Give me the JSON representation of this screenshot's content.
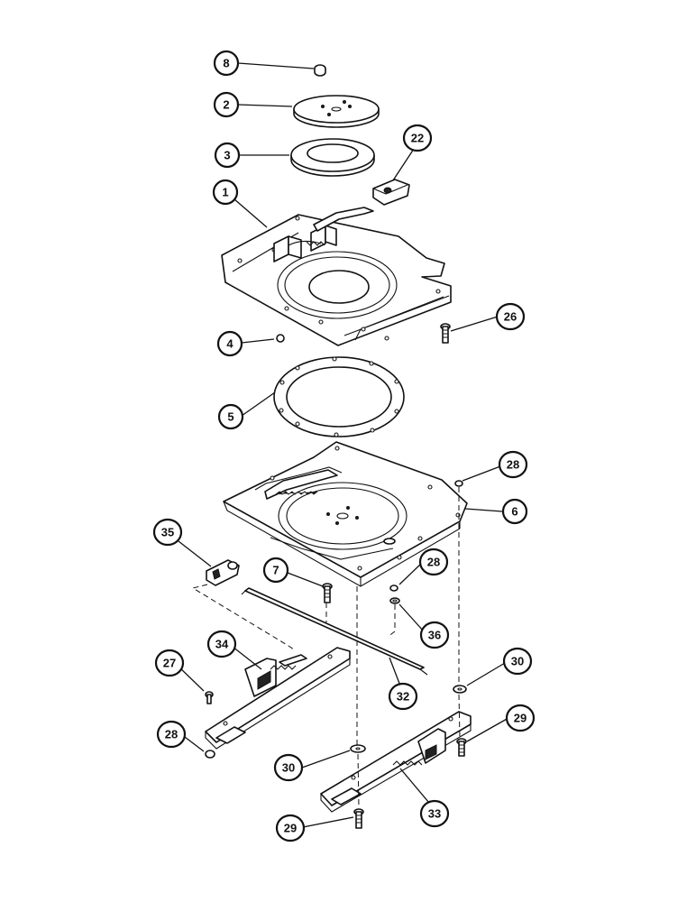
{
  "diagram": {
    "callouts": [
      {
        "id": "c8",
        "label": "8"
      },
      {
        "id": "c2",
        "label": "2"
      },
      {
        "id": "c3",
        "label": "3"
      },
      {
        "id": "c22",
        "label": "22"
      },
      {
        "id": "c1",
        "label": "1"
      },
      {
        "id": "c26",
        "label": "26"
      },
      {
        "id": "c4",
        "label": "4"
      },
      {
        "id": "c5",
        "label": "5"
      },
      {
        "id": "c28a",
        "label": "28"
      },
      {
        "id": "c6",
        "label": "6"
      },
      {
        "id": "c35",
        "label": "35"
      },
      {
        "id": "c7",
        "label": "7"
      },
      {
        "id": "c28b",
        "label": "28"
      },
      {
        "id": "c36",
        "label": "36"
      },
      {
        "id": "c34",
        "label": "34"
      },
      {
        "id": "c27",
        "label": "27"
      },
      {
        "id": "c30a",
        "label": "30"
      },
      {
        "id": "c32",
        "label": "32"
      },
      {
        "id": "c29a",
        "label": "29"
      },
      {
        "id": "c28c",
        "label": "28"
      },
      {
        "id": "c30b",
        "label": "30"
      },
      {
        "id": "c33",
        "label": "33"
      },
      {
        "id": "c29b",
        "label": "29"
      }
    ]
  }
}
